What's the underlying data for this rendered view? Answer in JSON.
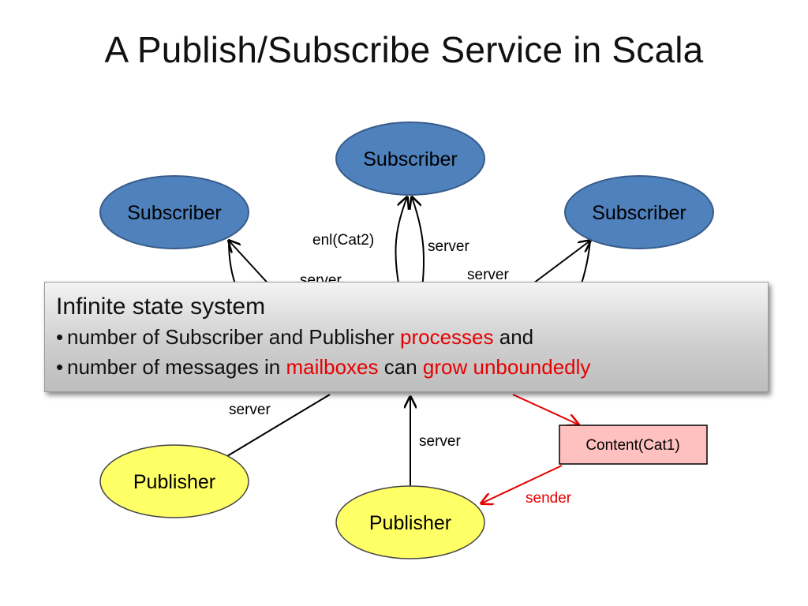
{
  "title": "A Publish/Subscribe Service in Scala",
  "colors": {
    "subscriber_fill": "#4f81bd",
    "subscriber_stroke": "#385d8a",
    "publisher_fill": "#ffff66",
    "message_fill": "#ffc0c0",
    "edge_black": "#000000",
    "edge_red": "#e60000"
  },
  "nodes": {
    "subscriber_top": "Subscriber",
    "subscriber_left": "Subscriber",
    "subscriber_right": "Subscriber",
    "publisher_left": "Publisher",
    "publisher_bottom": "Publisher",
    "message_box": "Content(Cat1)"
  },
  "edge_labels": {
    "enl": "enl(Cat2)",
    "server_top": "server",
    "server_upper_right": "server",
    "server_upper_left": "server",
    "server_lower_left": "server",
    "server_bottom": "server",
    "sender": "sender"
  },
  "callout": {
    "title": "Infinite state system",
    "line1": {
      "bullet": "•",
      "before": "number of Subscriber and Publisher ",
      "highlight": "processes",
      "after": " and"
    },
    "line2": {
      "bullet": "•",
      "before": "number of messages in ",
      "highlight1": "mailboxes",
      "middle": " can ",
      "highlight2": "grow unboundedly"
    }
  }
}
